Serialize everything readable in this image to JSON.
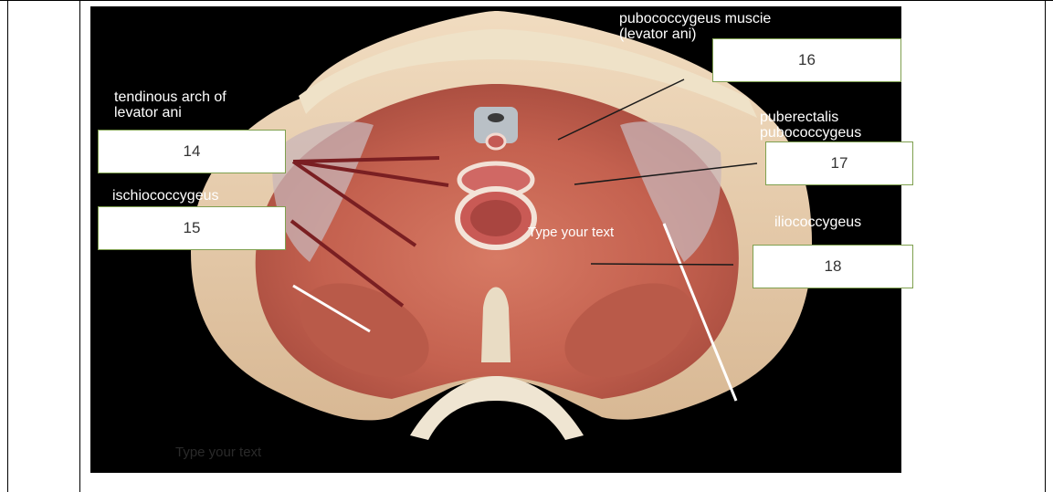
{
  "labels": {
    "pubococcygeus": "pubococcygeus muscie\n(levator ani)",
    "tendinous_arch": "tendinous arch of\nlevator ani",
    "puberectalis": "puberectalis\npubococcygeus",
    "ischiococcygeus": "ischiococcygeus",
    "iliococcygeus": "iliococcygeus"
  },
  "answers": {
    "box14": "14",
    "box15": "15",
    "box16": "16",
    "box17": "17",
    "box18": "18"
  },
  "placeholders": {
    "center": "Type your text",
    "bottom": "Type your text"
  }
}
